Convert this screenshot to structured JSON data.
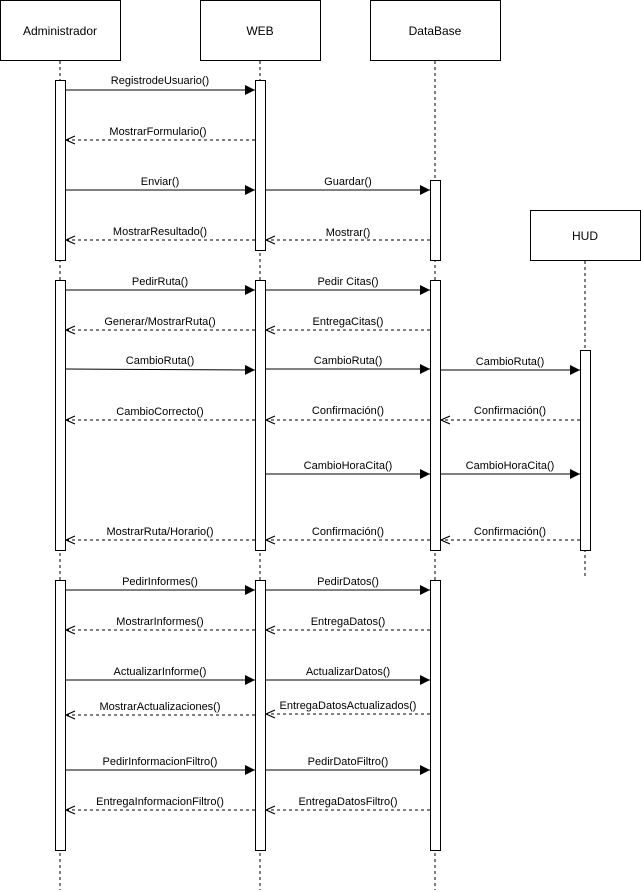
{
  "participants": [
    {
      "id": "admin",
      "label": "Administrador"
    },
    {
      "id": "web",
      "label": "WEB"
    },
    {
      "id": "db",
      "label": "DataBase"
    },
    {
      "id": "hud",
      "label": "HUD"
    }
  ],
  "messages": [
    {
      "label": "RegistrodeUsuario()",
      "from": "admin",
      "to": "web",
      "type": "call"
    },
    {
      "label": "MostrarFormulario()",
      "from": "web",
      "to": "admin",
      "type": "return"
    },
    {
      "label": "Enviar()",
      "from": "admin",
      "to": "web",
      "type": "call"
    },
    {
      "label": "Guardar()",
      "from": "web",
      "to": "db",
      "type": "call"
    },
    {
      "label": "MostrarResultado()",
      "from": "web",
      "to": "admin",
      "type": "return"
    },
    {
      "label": "Mostrar()",
      "from": "db",
      "to": "web",
      "type": "return"
    },
    {
      "label": "PedirRuta()",
      "from": "admin",
      "to": "web",
      "type": "call"
    },
    {
      "label": "Pedir Citas()",
      "from": "web",
      "to": "db",
      "type": "call"
    },
    {
      "label": "Generar/MostrarRuta()",
      "from": "web",
      "to": "admin",
      "type": "return"
    },
    {
      "label": "EntregaCitas()",
      "from": "db",
      "to": "web",
      "type": "return"
    },
    {
      "label": "CambioRuta()",
      "from": "admin",
      "to": "web",
      "type": "call"
    },
    {
      "label": "CambioRuta()",
      "from": "web",
      "to": "db",
      "type": "call"
    },
    {
      "label": "CambioRuta()",
      "from": "db",
      "to": "hud",
      "type": "call"
    },
    {
      "label": "CambioCorrecto()",
      "from": "web",
      "to": "admin",
      "type": "return"
    },
    {
      "label": "Confirmación()",
      "from": "db",
      "to": "web",
      "type": "return"
    },
    {
      "label": "Confirmación()",
      "from": "hud",
      "to": "db",
      "type": "return"
    },
    {
      "label": "CambioHoraCita()",
      "from": "web",
      "to": "db",
      "type": "call"
    },
    {
      "label": "CambioHoraCita()",
      "from": "db",
      "to": "hud",
      "type": "call"
    },
    {
      "label": "MostrarRuta/Horario()",
      "from": "web",
      "to": "admin",
      "type": "return"
    },
    {
      "label": "Confirmación()",
      "from": "db",
      "to": "web",
      "type": "return"
    },
    {
      "label": "Confirmación()",
      "from": "hud",
      "to": "db",
      "type": "return"
    },
    {
      "label": "PedirInformes()",
      "from": "admin",
      "to": "web",
      "type": "call"
    },
    {
      "label": "PedirDatos()",
      "from": "web",
      "to": "db",
      "type": "call"
    },
    {
      "label": "MostrarInformes()",
      "from": "web",
      "to": "admin",
      "type": "return"
    },
    {
      "label": "EntregaDatos()",
      "from": "db",
      "to": "web",
      "type": "return"
    },
    {
      "label": "ActualizarInforme()",
      "from": "admin",
      "to": "web",
      "type": "call"
    },
    {
      "label": "ActualizarDatos()",
      "from": "web",
      "to": "db",
      "type": "call"
    },
    {
      "label": "MostrarActualizaciones()",
      "from": "web",
      "to": "admin",
      "type": "return"
    },
    {
      "label": "EntregaDatosActualizados()",
      "from": "db",
      "to": "web",
      "type": "return"
    },
    {
      "label": "PedirInformacionFiltro()",
      "from": "admin",
      "to": "web",
      "type": "call"
    },
    {
      "label": "PedirDatoFiltro()",
      "from": "web",
      "to": "db",
      "type": "call"
    },
    {
      "label": "EntregaInformacionFiltro()",
      "from": "web",
      "to": "admin",
      "type": "return"
    },
    {
      "label": "EntregaDatosFiltro()",
      "from": "db",
      "to": "web",
      "type": "return"
    }
  ]
}
